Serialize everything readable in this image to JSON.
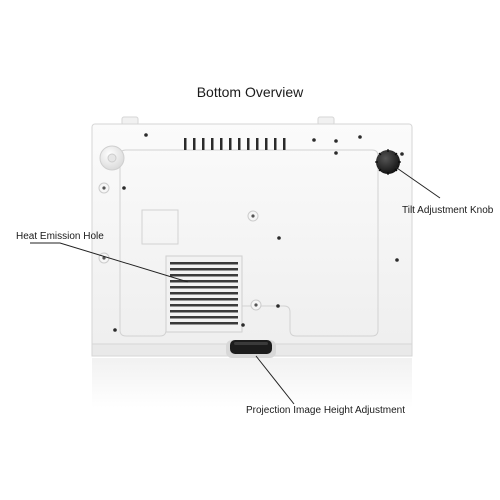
{
  "title": "Bottom Overview",
  "callouts": {
    "heat_emission": "Heat Emission Hole",
    "tilt_adjustment": "Tilt Adjustment Knob",
    "height_adjustment": "Projection Image Height Adjustment"
  },
  "colors": {
    "housing": "#f4f4f4",
    "housing_edge": "#d6d6d6",
    "knob": "#1c1c1c",
    "leader_line": "#222222"
  }
}
